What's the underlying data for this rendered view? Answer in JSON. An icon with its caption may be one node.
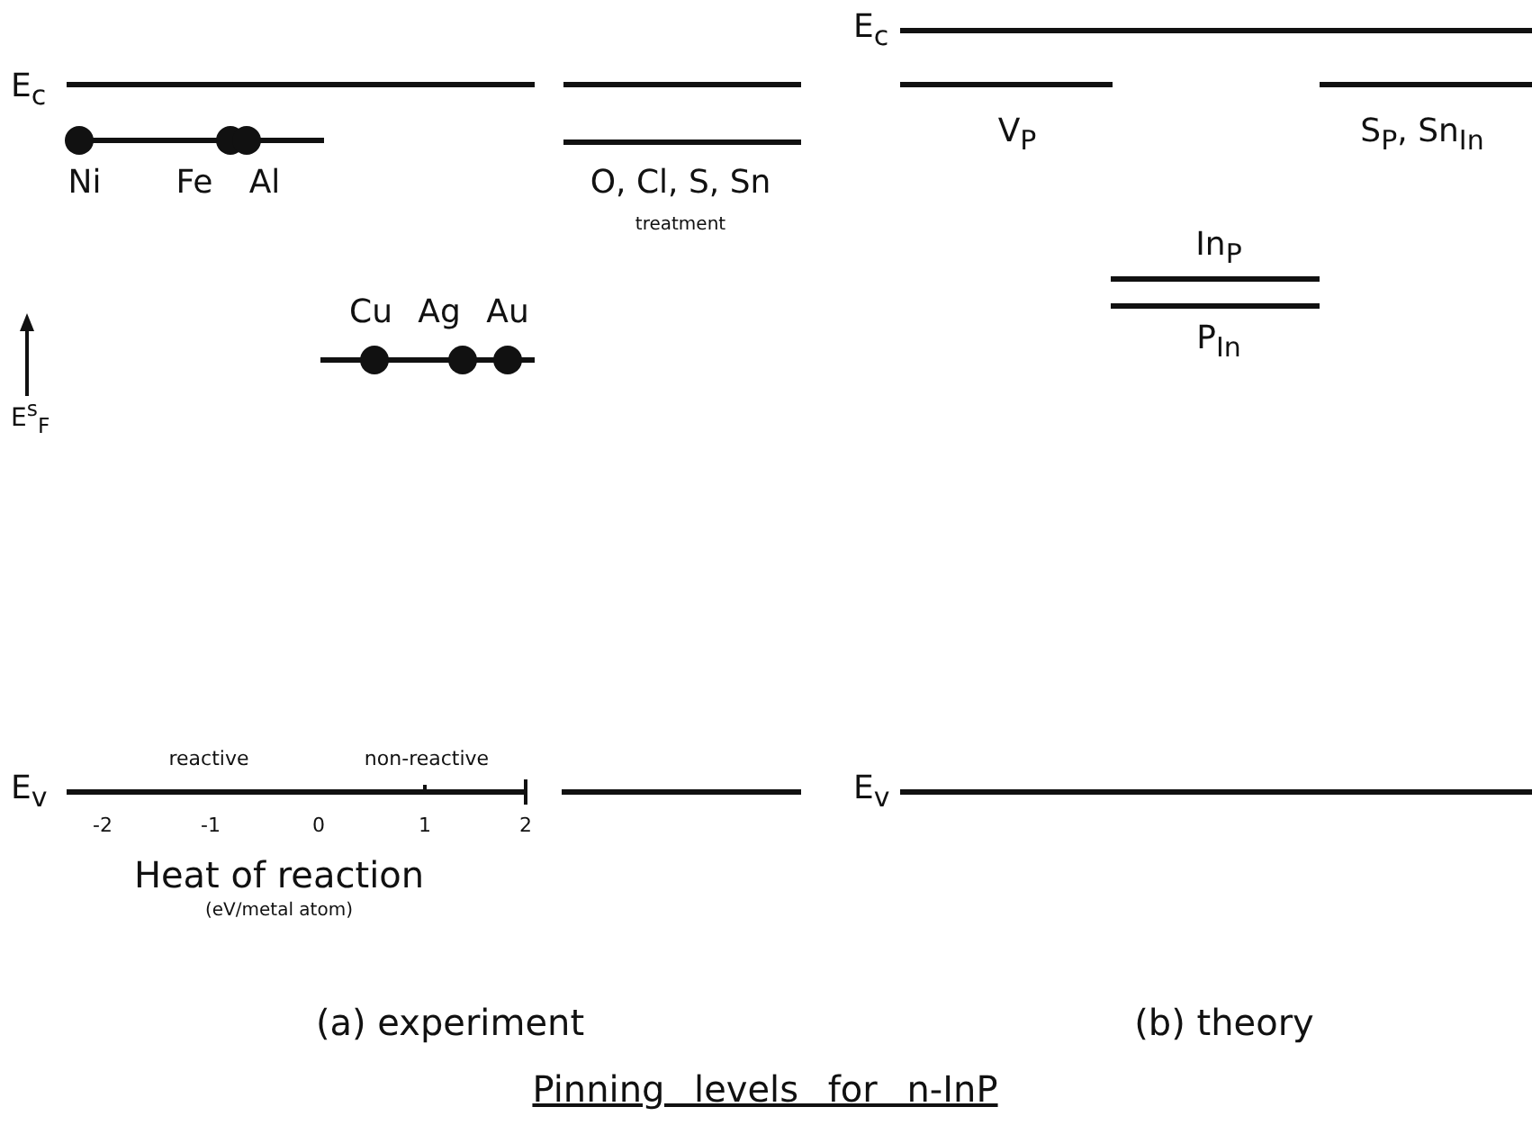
{
  "diagram": {
    "caption": "Pinning levels for n-InP",
    "labels": [
      "E$_{c}$",
      "Ni",
      "Fe",
      "Al",
      "O, Cl, S, Sn",
      "treatment",
      "Cu",
      "Ag",
      "Au",
      "E$^{s}$$_{F}$",
      "reactive",
      "non-reactive",
      "E$_{v}$",
      "-2",
      "-1",
      "0",
      "1",
      "2",
      "Heat of reaction",
      "(eV/metal atom)",
      "(a) experiment",
      "E$_{c}$",
      "V$_{P}$",
      "S$_{P}$, Sn$_{In}$",
      "In$_{P}$",
      "P$_{In}$",
      "E$_{v}$",
      "(b) theory"
    ]
  }
}
